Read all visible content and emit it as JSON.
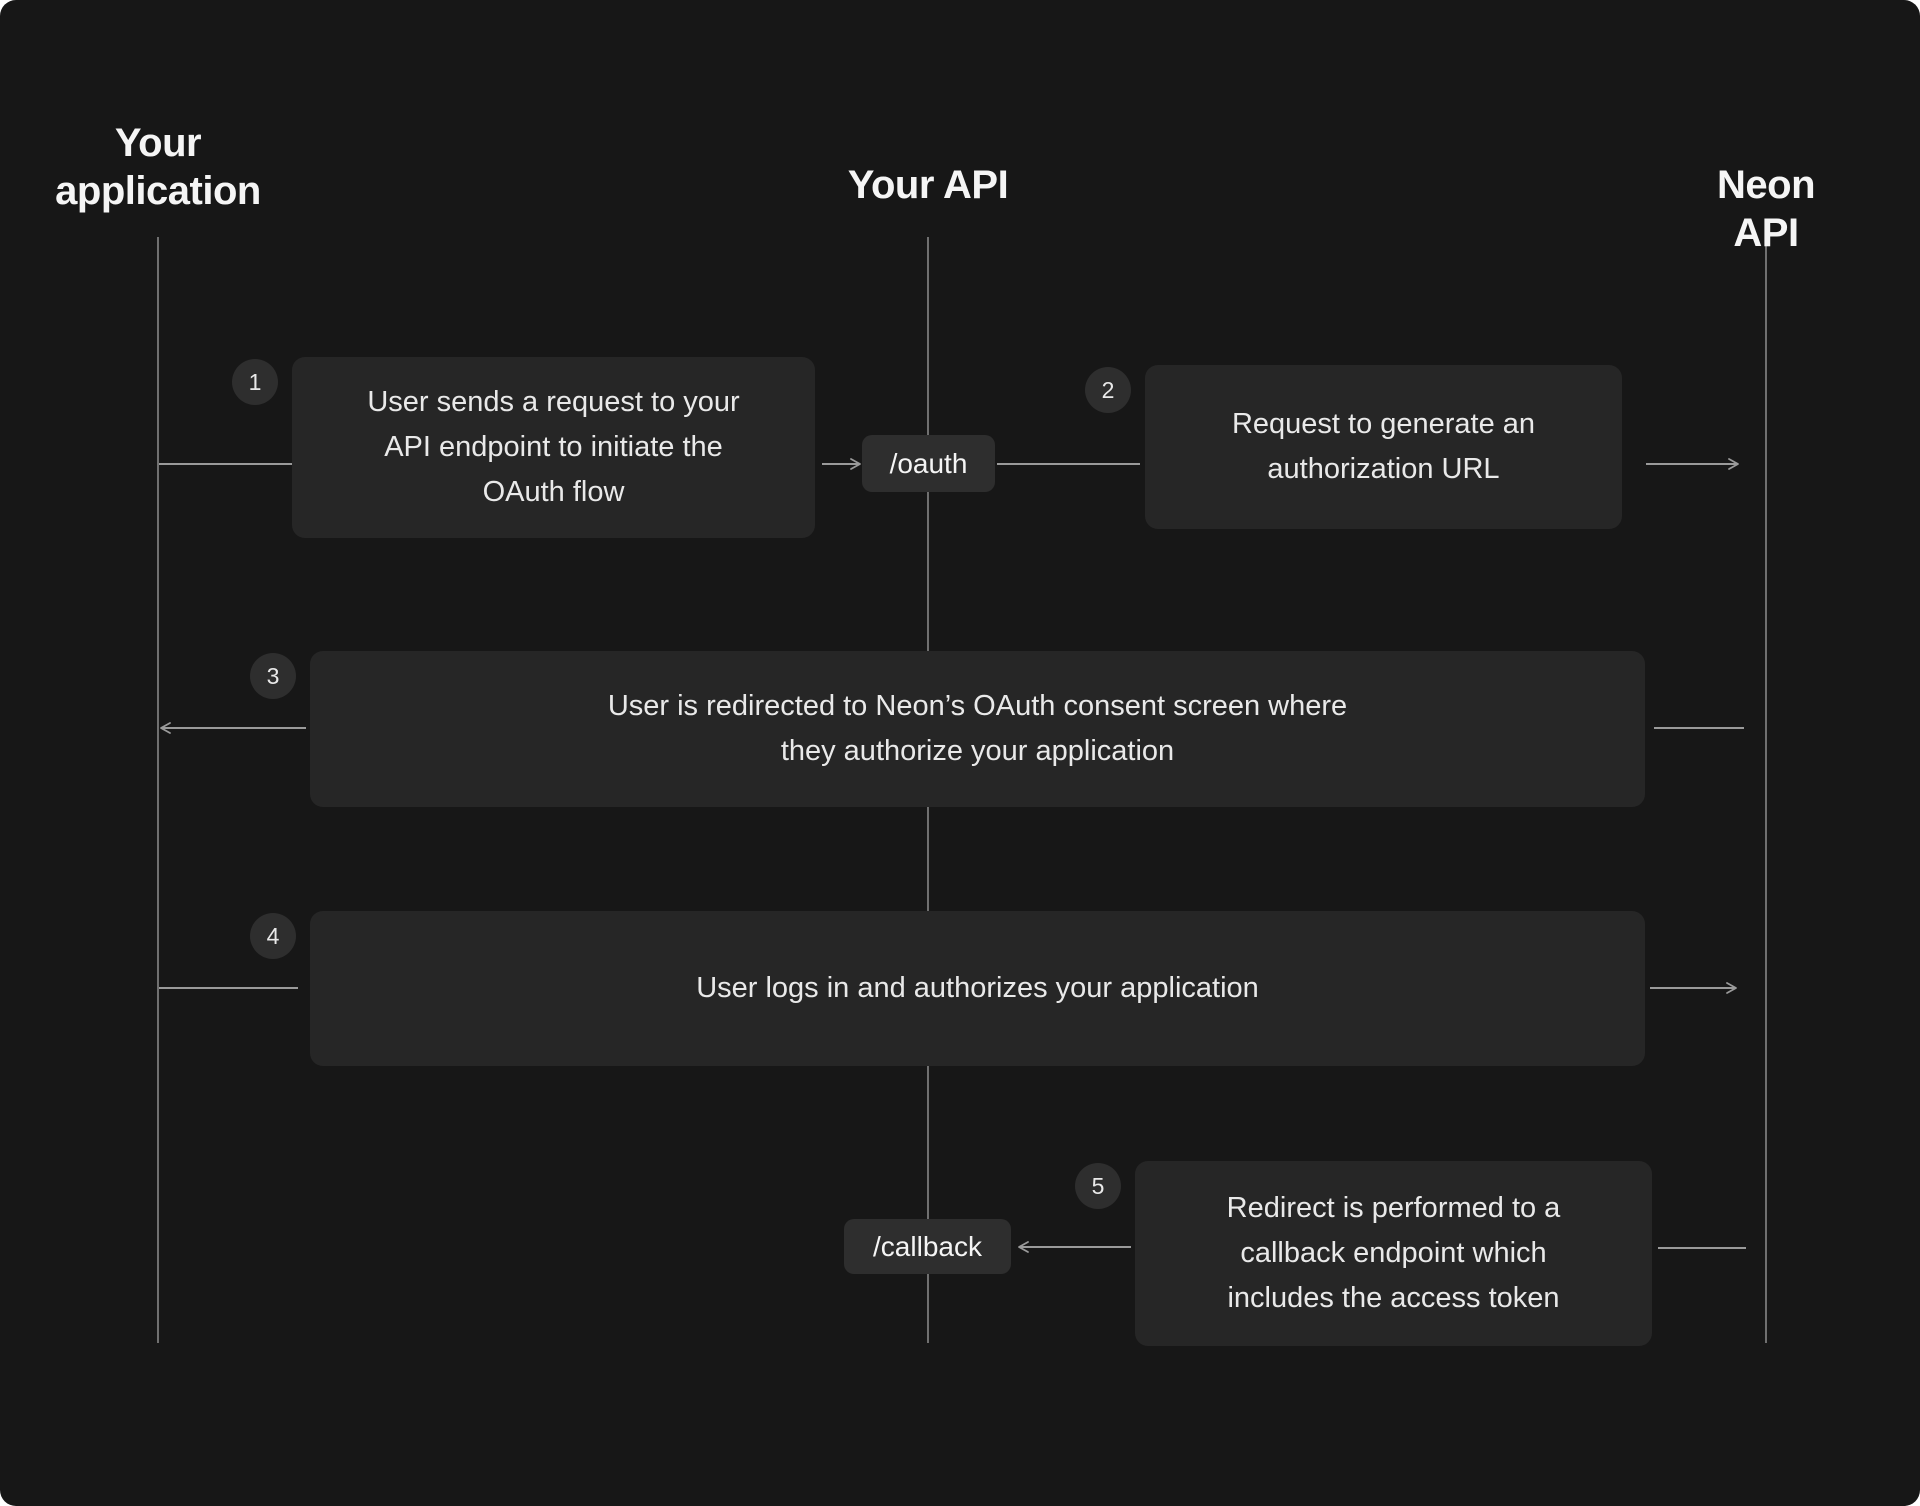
{
  "diagram": {
    "lanes": [
      {
        "label": "Your application"
      },
      {
        "label": "Your API"
      },
      {
        "label": "Neon API"
      }
    ],
    "steps": [
      {
        "number": "1",
        "text": "User sends a request to your\nAPI endpoint to initiate the\nOAuth flow"
      },
      {
        "number": "2",
        "text": "Request to generate an\nauthorization URL"
      },
      {
        "number": "3",
        "text": "User is redirected to Neon’s OAuth consent screen where\nthey authorize your application"
      },
      {
        "number": "4",
        "text": "User logs in and authorizes your application"
      },
      {
        "number": "5",
        "text": "Redirect is performed to a\ncallback endpoint which\nincludes the access token"
      }
    ],
    "endpoints": [
      {
        "label": "/oauth"
      },
      {
        "label": "/callback"
      }
    ],
    "colors": {
      "page": "#ffffff",
      "background": "#171717",
      "surface": "#262626",
      "chip": "#2e2e2e",
      "line": "#9a9a9a",
      "text": "#e9e9e9",
      "heading": "#f5f5f5"
    }
  }
}
